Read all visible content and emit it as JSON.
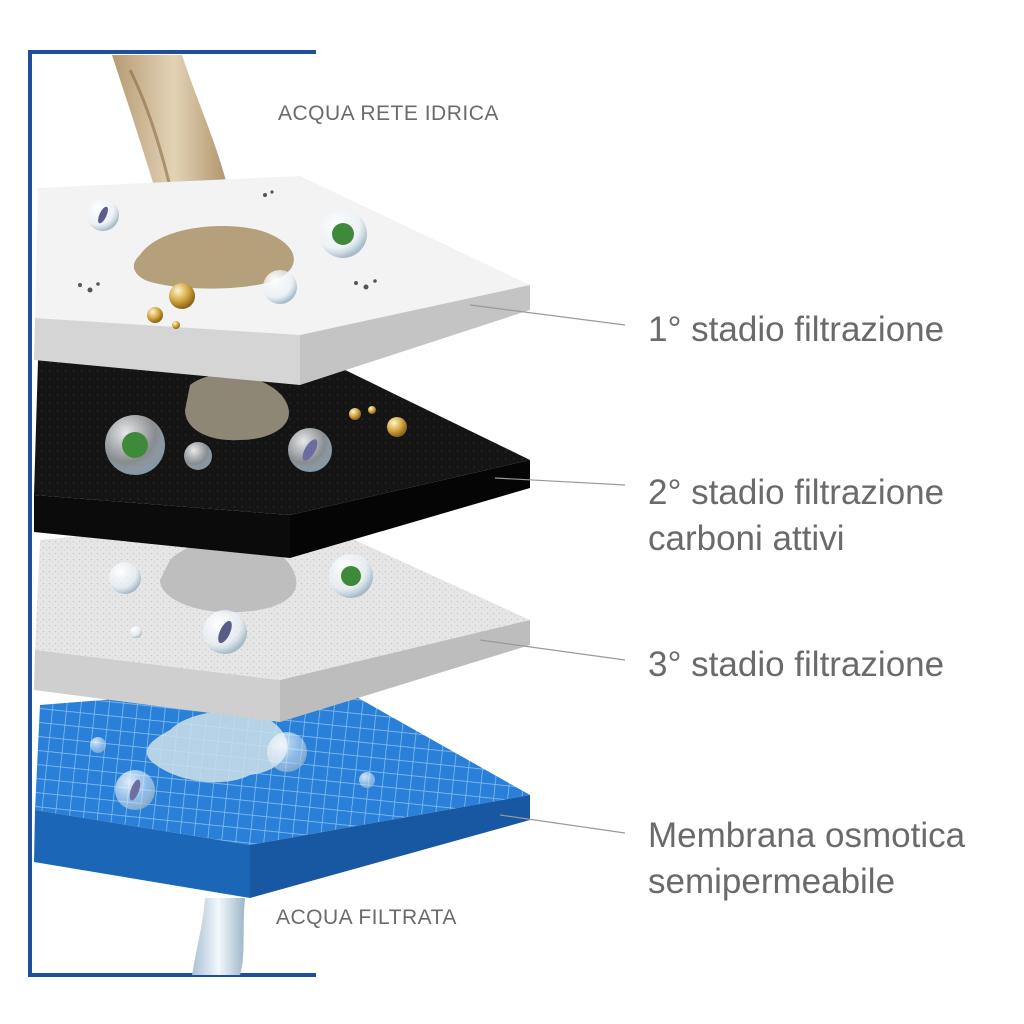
{
  "labels": {
    "input": "ACQUA RETE IDRICA",
    "output": "ACQUA FILTRATA"
  },
  "stages": [
    {
      "lines": [
        "1° stadio filtrazione"
      ]
    },
    {
      "lines": [
        "2° stadio filtrazione",
        "carboni attivi"
      ]
    },
    {
      "lines": [
        "3° stadio filtrazione"
      ]
    },
    {
      "lines": [
        "Membrana osmotica",
        "semipermeabile"
      ]
    }
  ],
  "colors": {
    "frame": "#1f4e9c",
    "text": "#6a6a6a",
    "layer1": "#f2f2f2",
    "layer2": "#151515",
    "layer3": "#e4e4e4",
    "layer4": "#2a7fd6",
    "water_in": "#c9b28f",
    "water_out": "#cfe3ef",
    "virus": "#3f8a3a"
  },
  "icons": [
    "virus-icon",
    "bacteria-icon",
    "bubble-icon",
    "sediment-icon",
    "metal-ball-icon"
  ]
}
